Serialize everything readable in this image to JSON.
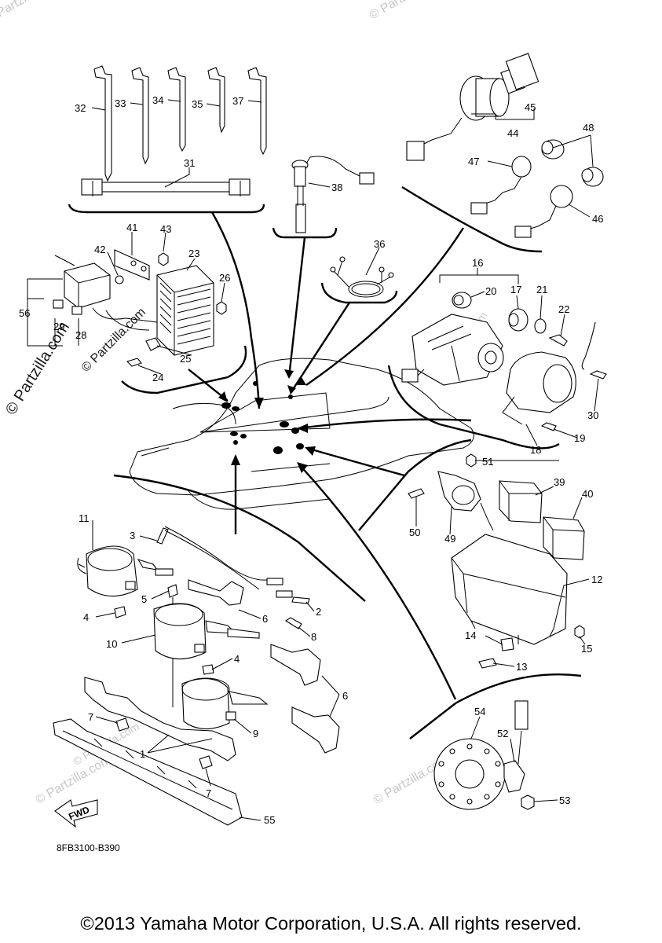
{
  "diagram": {
    "drawing_code": "8FB3100-B390",
    "fwd_label": "FWD",
    "watermark": "© Partzilla.com",
    "watermark_light": "© Partzilla.com",
    "copyright": "©2013 Yamaha Motor Corporation, U.S.A. All rights reserved.",
    "callouts": {
      "c1": "1",
      "c2": "2",
      "c3": "3",
      "c4a": "4",
      "c4b": "4",
      "c5": "5",
      "c6a": "6",
      "c6b": "6",
      "c7a": "7",
      "c7b": "7",
      "c8": "8",
      "c9": "9",
      "c10": "10",
      "c11": "11",
      "c12": "12",
      "c13": "13",
      "c14": "14",
      "c15": "15",
      "c16": "16",
      "c17": "17",
      "c18": "18",
      "c19": "19",
      "c20": "20",
      "c21": "21",
      "c22": "22",
      "c23": "23",
      "c24": "24",
      "c25": "25",
      "c26": "26",
      "c28": "28",
      "c29": "29",
      "c30": "30",
      "c31": "31",
      "c32": "32",
      "c33": "33",
      "c34": "34",
      "c35": "35",
      "c36": "36",
      "c37": "37",
      "c38": "38",
      "c39": "39",
      "c40": "40",
      "c41": "41",
      "c42": "42",
      "c43": "43",
      "c44": "44",
      "c45": "45",
      "c46": "46",
      "c47": "47",
      "c48": "48",
      "c49": "49",
      "c50": "50",
      "c51": "51",
      "c52": "52",
      "c53": "53",
      "c54": "54",
      "c55": "55",
      "c56": "56"
    }
  }
}
